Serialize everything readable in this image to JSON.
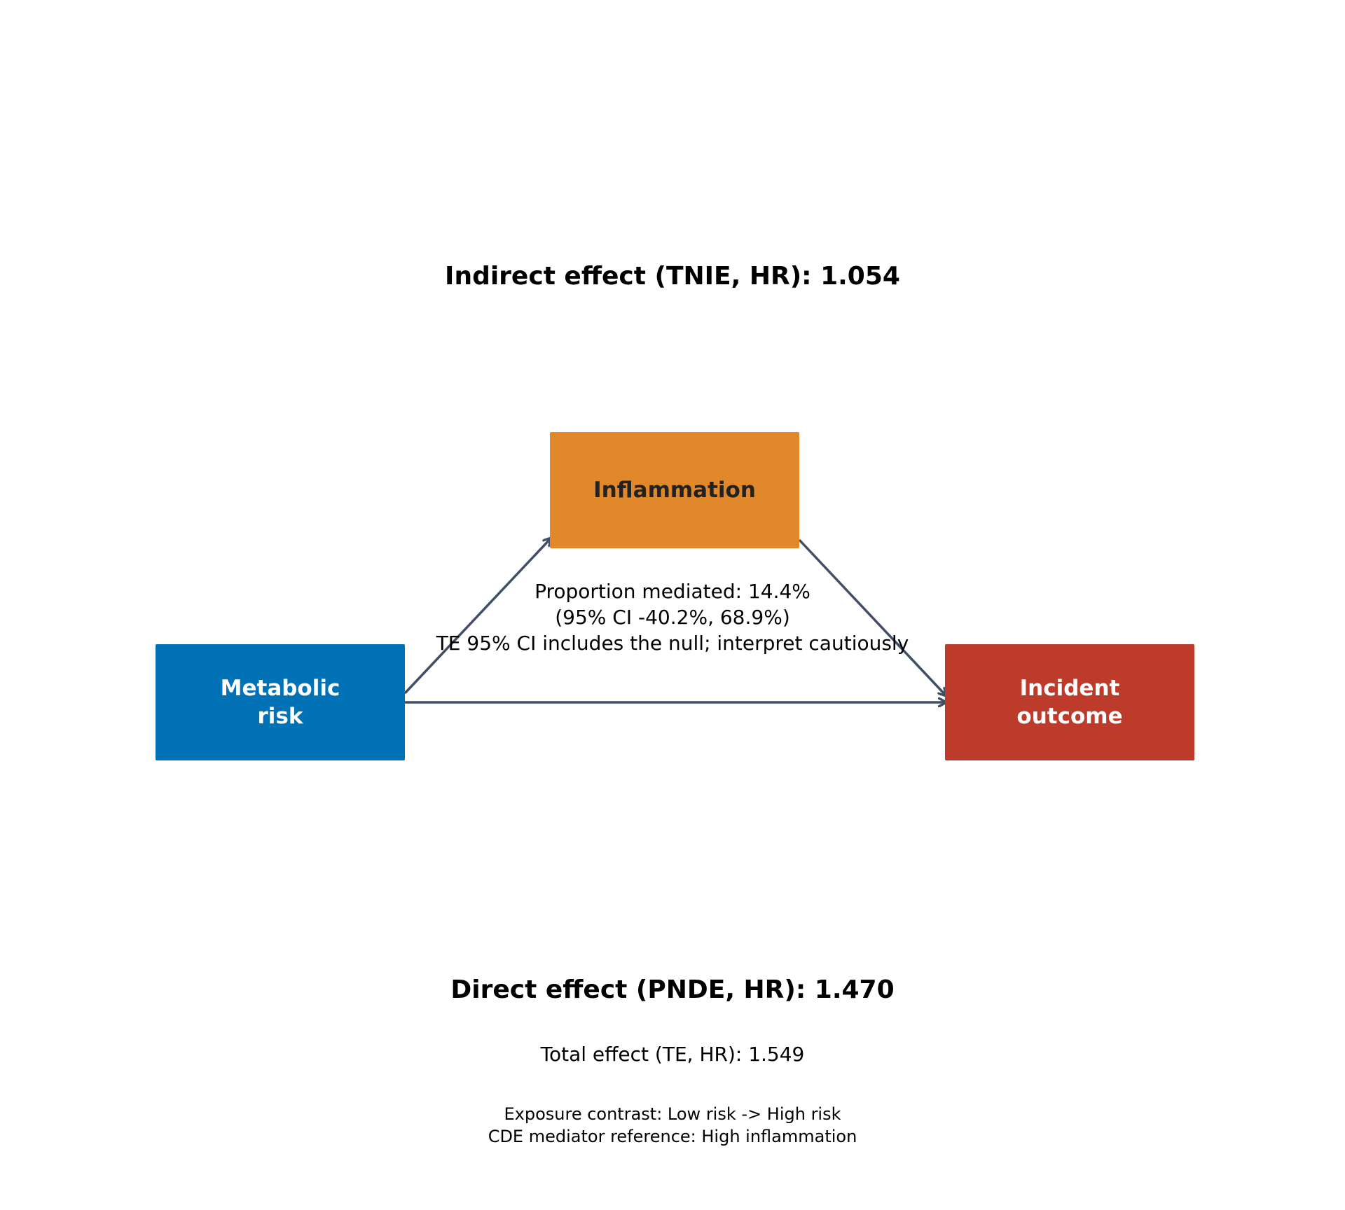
{
  "indirect_effect": {
    "label": "Indirect effect (TNIE, HR): 1.054"
  },
  "direct_effect": {
    "label": "Direct effect (PNDE, HR): 1.470"
  },
  "total_effect": {
    "label": "Total effect (TE, HR): 1.549"
  },
  "nodes": {
    "exposure": {
      "label": "Metabolic\nrisk",
      "color": "#0272b6"
    },
    "mediator": {
      "label": "Inflammation",
      "color": "#e0882a",
      "text_color": "#222222"
    },
    "outcome": {
      "label": "Incident\noutcome",
      "color": "#bc3b2a"
    }
  },
  "proportion_mediated": {
    "line1": "Proportion mediated: 14.4%",
    "line2": "(95% CI -40.2%, 68.9%)",
    "line3": "TE 95% CI includes the null; interpret cautiously"
  },
  "footnote": {
    "line1": "Exposure contrast: Low risk -> High risk",
    "line2": "CDE mediator reference: High inflammation"
  },
  "colors": {
    "arrow": "#414e66"
  }
}
